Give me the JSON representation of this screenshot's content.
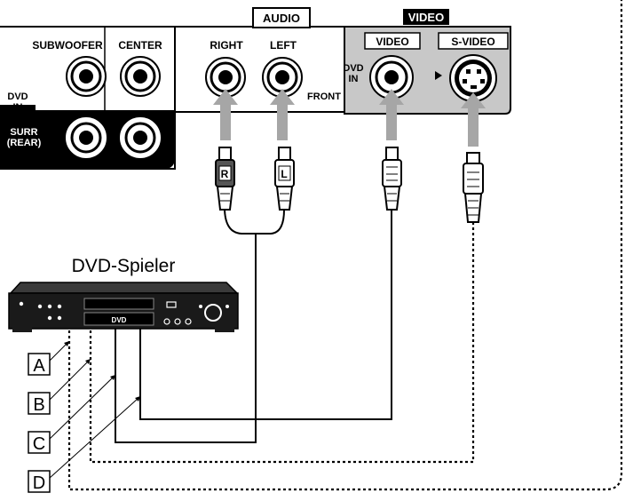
{
  "panel": {
    "audio_header": "AUDIO",
    "video_header": "VIDEO",
    "subwoofer": "SUBWOOFER",
    "center": "CENTER",
    "right": "RIGHT",
    "left": "LEFT",
    "front": "FRONT",
    "dvd_in_left": [
      "DVD",
      "IN"
    ],
    "surr_rear": [
      "SURR",
      "(REAR)"
    ],
    "dvd_in_video": [
      "DVD",
      "IN"
    ],
    "video_jack": "VIDEO",
    "s_video_jack": "S-VIDEO"
  },
  "plugs": {
    "r": "R",
    "l": "L"
  },
  "player": {
    "title": "DVD-Spieler",
    "display_text": "DVD"
  },
  "cable_labels": [
    "A",
    "B",
    "C",
    "D"
  ]
}
